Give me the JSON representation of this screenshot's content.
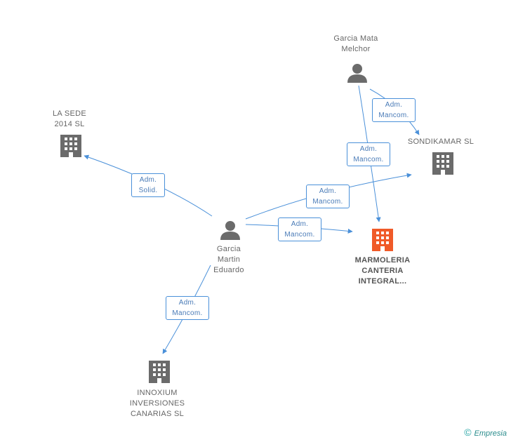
{
  "nodes": {
    "la_sede": {
      "label": "LA SEDE\n2014  SL",
      "type": "company"
    },
    "garcia_mata": {
      "label": "Garcia Mata\nMelchor",
      "type": "person"
    },
    "sondikamar": {
      "label": "SONDIKAMAR SL",
      "type": "company"
    },
    "garcia_martin": {
      "label": "Garcia\nMartin\nEduardo",
      "type": "person"
    },
    "marmoleria": {
      "label": "MARMOLERIA\nCANTERIA\nINTEGRAL...",
      "type": "company",
      "highlight": true
    },
    "innoxium": {
      "label": "INNOXIUM\nINVERSIONES\nCANARIAS SL",
      "type": "company"
    }
  },
  "edges": [
    {
      "from": "garcia_martin",
      "to": "la_sede",
      "label": "Adm.\nSolid."
    },
    {
      "from": "garcia_mata",
      "to": "sondikamar",
      "label": "Adm.\nMancom."
    },
    {
      "from": "garcia_mata",
      "to": "marmoleria",
      "label": "Adm.\nMancom."
    },
    {
      "from": "garcia_martin",
      "to": "sondikamar",
      "label": "Adm.\nMancom."
    },
    {
      "from": "garcia_martin",
      "to": "marmoleria",
      "label": "Adm.\nMancom."
    },
    {
      "from": "garcia_martin",
      "to": "innoxium",
      "label": "Adm.\nMancom."
    }
  ],
  "colors": {
    "edge": "#4a90d9",
    "company": "#6b6b6b",
    "company_highlight": "#f05a28",
    "person": "#6b6b6b"
  },
  "footer": {
    "symbol": "©",
    "brand": "Empresia"
  }
}
